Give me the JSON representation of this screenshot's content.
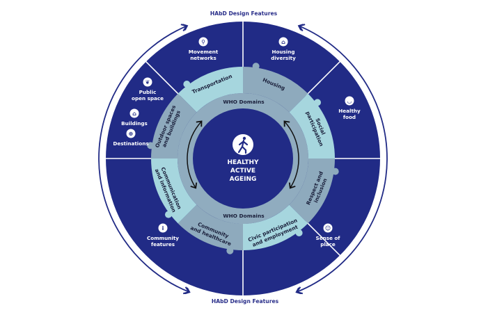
{
  "title": "HAbD Design Features and WHO Domains for Healthy Active Ageing",
  "colors": {
    "navy": "#212b86",
    "teal": "#a6d6de",
    "slate": "#8eaabd",
    "inner_band": "#90acbf",
    "white": "#ffffff",
    "text_dark": "#1a1f3a"
  },
  "outer_ring": {
    "top_label": "HAbD Design Features",
    "bottom_label": "HAbD Design Features"
  },
  "center": {
    "icon": "walking-person-icon",
    "lines": [
      "HEALTHY",
      "ACTIVE",
      "AGEING"
    ]
  },
  "who_labels": {
    "top": "WHO Domains",
    "bottom": "WHO Domains"
  },
  "domains": [
    {
      "label": [
        "Transportation"
      ],
      "tone": "teal"
    },
    {
      "label": [
        "Housing"
      ],
      "tone": "slate"
    },
    {
      "label": [
        "Social",
        "participation"
      ],
      "tone": "teal"
    },
    {
      "label": [
        "Respect and",
        "inclusion"
      ],
      "tone": "slate"
    },
    {
      "label": [
        "Civic participation",
        "and employment"
      ],
      "tone": "teal"
    },
    {
      "label": [
        "Community",
        "and healthcare"
      ],
      "tone": "slate"
    },
    {
      "label": [
        "Communication",
        "and information"
      ],
      "tone": "teal"
    },
    {
      "label": [
        "Outdoor spaces",
        "and buildings"
      ],
      "tone": "slate"
    }
  ],
  "features": [
    {
      "name": "movement-networks",
      "label": [
        "Movement",
        "networks"
      ],
      "icon": "bicycle-icon",
      "glyph": "⚲"
    },
    {
      "name": "housing-diversity",
      "label": [
        "Housing",
        "diversity"
      ],
      "icon": "house-icon",
      "glyph": "⌂"
    },
    {
      "name": "healthy-food",
      "label": [
        "Healthy",
        "food"
      ],
      "icon": "food-bowl-icon",
      "glyph": "◡"
    },
    {
      "name": "sense-of-place",
      "label": [
        "Sense of",
        "place"
      ],
      "icon": "smile-icon",
      "glyph": "☺"
    },
    {
      "name": "community-features",
      "label": [
        "Community",
        "features"
      ],
      "icon": "info-icon",
      "glyph": "i"
    },
    {
      "name": "destinations",
      "label": [
        "Destinations"
      ],
      "icon": "crosshair-icon",
      "glyph": "⊕"
    },
    {
      "name": "buildings",
      "label": [
        "Buildings"
      ],
      "icon": "building-icon",
      "glyph": "⌂"
    },
    {
      "name": "public-open-space",
      "label": [
        "Public",
        "open space"
      ],
      "icon": "leaf-icon",
      "glyph": "❦"
    }
  ]
}
